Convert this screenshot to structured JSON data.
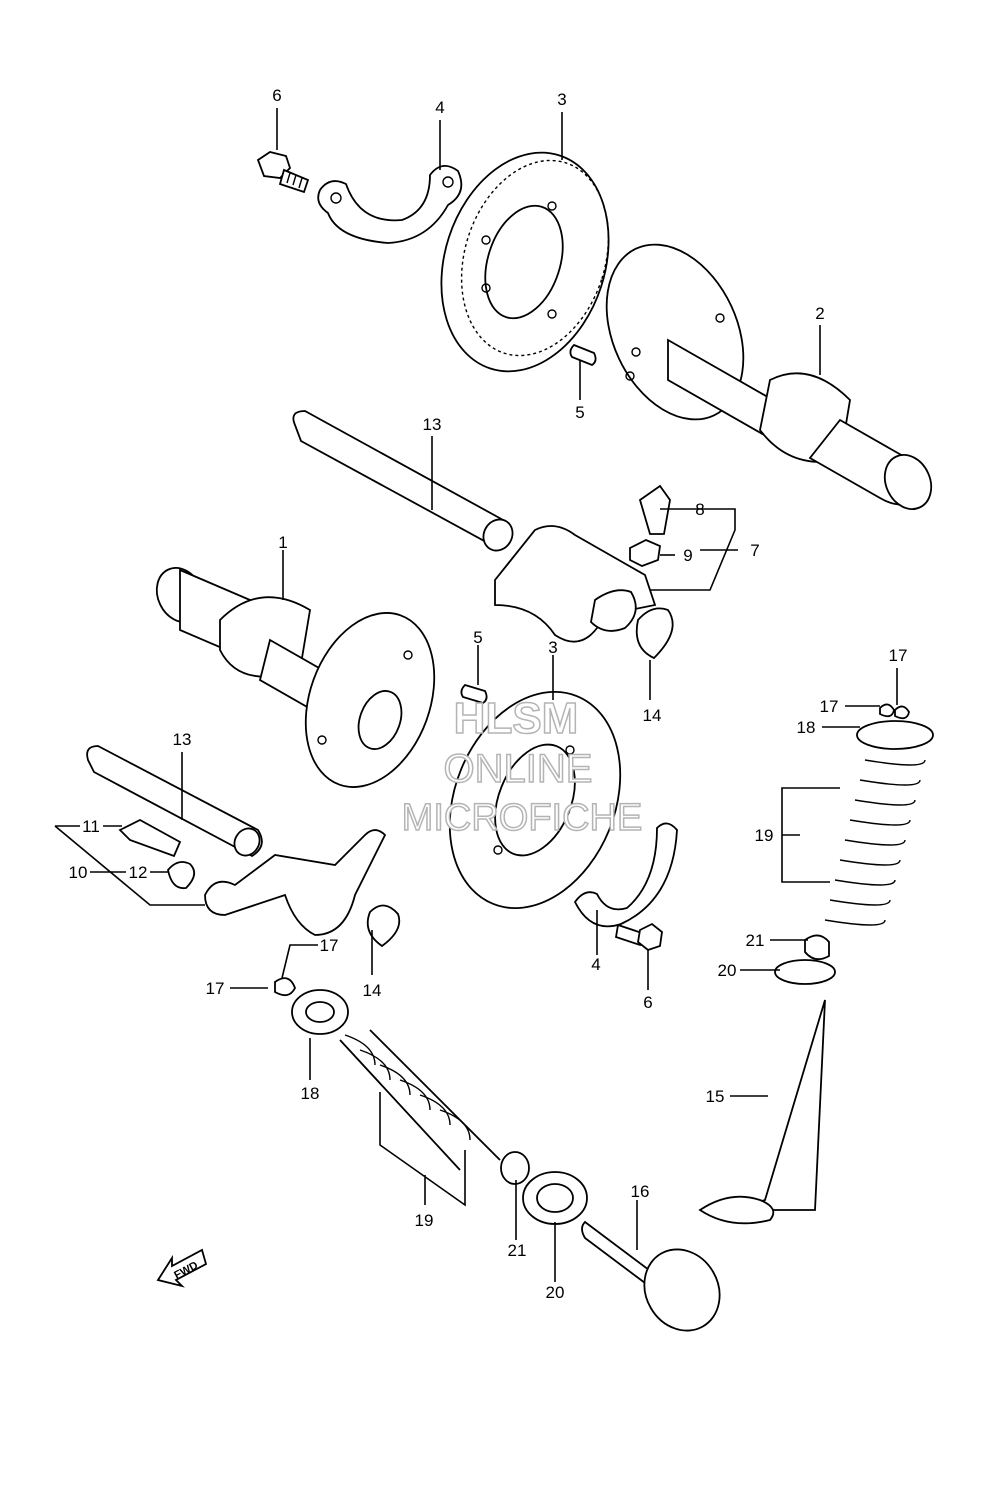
{
  "callouts": [
    {
      "id": "c6a",
      "text": "6"
    },
    {
      "id": "c4a",
      "text": "4"
    },
    {
      "id": "c3a",
      "text": "3"
    },
    {
      "id": "c2",
      "text": "2"
    },
    {
      "id": "c5a",
      "text": "5"
    },
    {
      "id": "c13a",
      "text": "13"
    },
    {
      "id": "c8",
      "text": "8"
    },
    {
      "id": "c9",
      "text": "9"
    },
    {
      "id": "c7",
      "text": "7"
    },
    {
      "id": "c1",
      "text": "1"
    },
    {
      "id": "c5b",
      "text": "5"
    },
    {
      "id": "c3b",
      "text": "3"
    },
    {
      "id": "c14a",
      "text": "14"
    },
    {
      "id": "c17a",
      "text": "17"
    },
    {
      "id": "c17b",
      "text": "17"
    },
    {
      "id": "c18a",
      "text": "18"
    },
    {
      "id": "c13b",
      "text": "13"
    },
    {
      "id": "c11",
      "text": "11"
    },
    {
      "id": "c12",
      "text": "12"
    },
    {
      "id": "c10",
      "text": "10"
    },
    {
      "id": "c19a",
      "text": "19"
    },
    {
      "id": "c21a",
      "text": "21"
    },
    {
      "id": "c20a",
      "text": "20"
    },
    {
      "id": "c17c",
      "text": "17"
    },
    {
      "id": "c17d",
      "text": "17"
    },
    {
      "id": "c14b",
      "text": "14"
    },
    {
      "id": "c4b",
      "text": "4"
    },
    {
      "id": "c6b",
      "text": "6"
    },
    {
      "id": "c15",
      "text": "15"
    },
    {
      "id": "c18b",
      "text": "18"
    },
    {
      "id": "c19b",
      "text": "19"
    },
    {
      "id": "c21b",
      "text": "21"
    },
    {
      "id": "c20b",
      "text": "20"
    },
    {
      "id": "c16",
      "text": "16"
    }
  ],
  "watermark": {
    "line1": "HLSM",
    "line2": "ONLINE",
    "line3": "MICROFICHE"
  },
  "fwd_label": "FWD"
}
